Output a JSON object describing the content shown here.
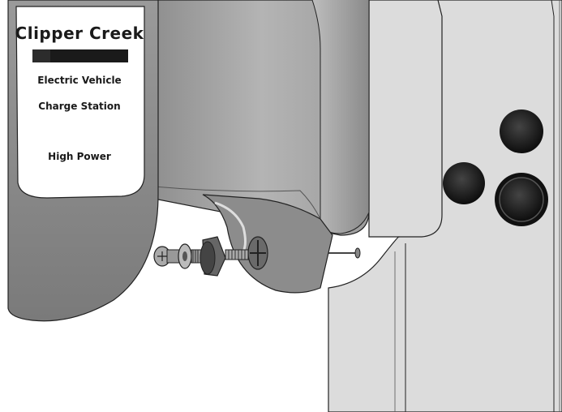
{
  "label": {
    "brand": "Clipper Creek",
    "line1": "Electric Vehicle",
    "line2": "Charge Station",
    "line3": "High Power"
  },
  "colors": {
    "housing": "#b0b0b0",
    "bracket": "#dcdcdc",
    "hole": "#1a1a1a",
    "label_bg": "#ffffff"
  }
}
